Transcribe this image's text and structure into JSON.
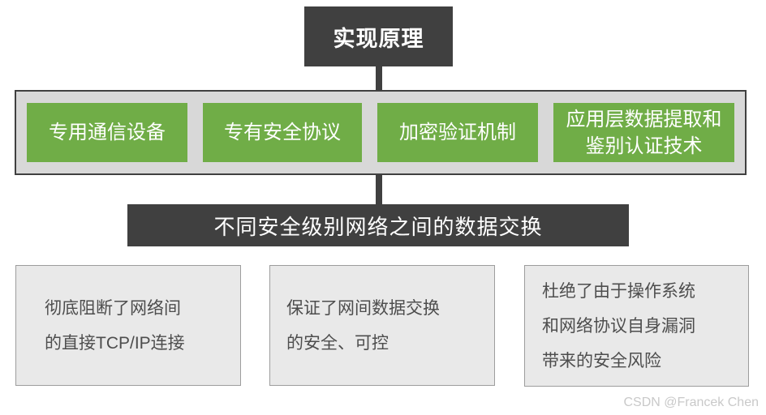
{
  "title": "实现原理",
  "methods": {
    "items": [
      {
        "label": "专用通信设备"
      },
      {
        "label": "专有安全协议"
      },
      {
        "label": "加密验证机制"
      },
      {
        "label": "应用层数据提取和\n鉴别认证技术"
      }
    ]
  },
  "exchange": "不同安全级别网络之间的数据交换",
  "benefits": {
    "items": [
      {
        "label": "彻底阻断了网络间\n的直接TCP/IP连接"
      },
      {
        "label": "保证了网间数据交换\n的安全、可控"
      },
      {
        "label": "杜绝了由于操作系统\n和网络协议自身漏洞\n带来的安全风险"
      }
    ]
  },
  "watermark": "CSDN @Francek Chen",
  "colors": {
    "dark_box": "#404040",
    "green_box": "#70ad47",
    "methods_bar_bg": "#d8d8d8",
    "benefit_box_bg": "#e9e9e9",
    "benefit_box_border": "#9d9d9d",
    "benefit_text": "#4d4d4d",
    "watermark_text": "#c9c9c9"
  }
}
